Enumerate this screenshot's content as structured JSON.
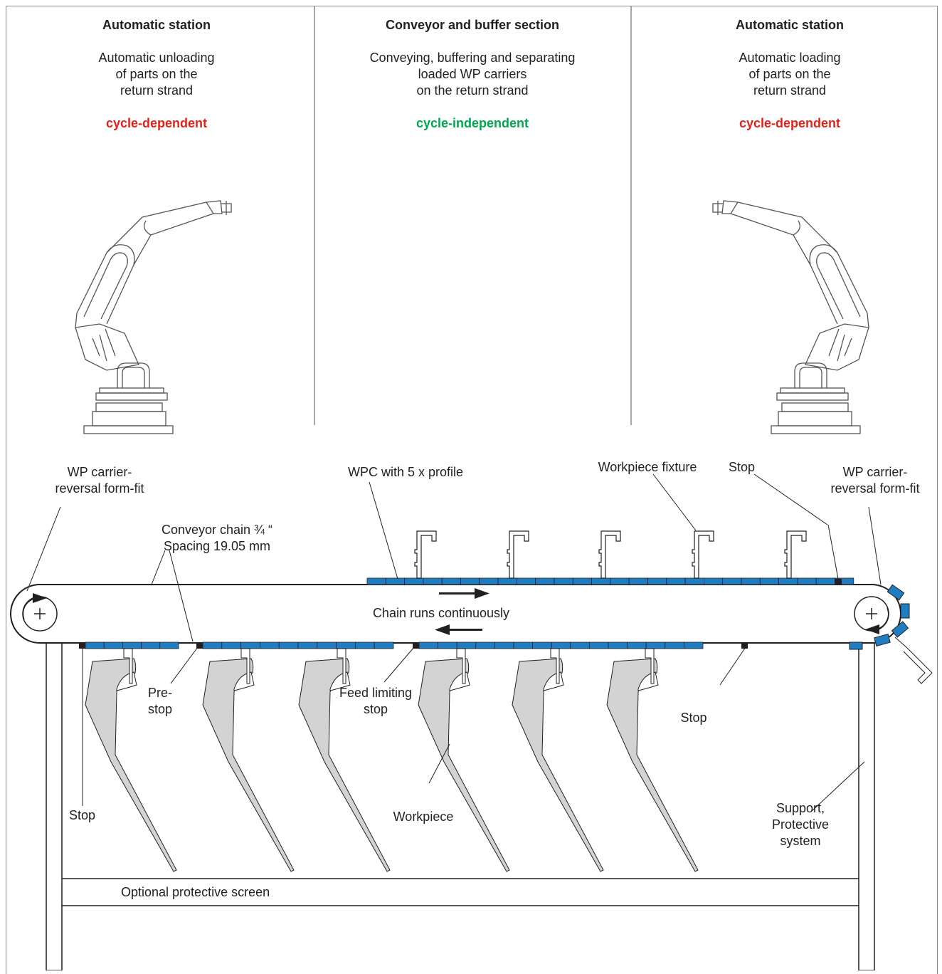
{
  "columns": [
    {
      "title": "Automatic station",
      "description": "Automatic unloading\nof parts on the\nreturn strand",
      "mode": "cycle-dependent",
      "mode_color": "#e2231a"
    },
    {
      "title": "Conveyor and buffer section",
      "description": "Conveying, buffering and separating\nloaded WP carriers\non the return strand",
      "mode": "cycle-independent",
      "mode_color": "#00a651"
    },
    {
      "title": "Automatic station",
      "description": "Automatic loading\nof parts on the\nreturn strand",
      "mode": "cycle-dependent",
      "mode_color": "#e2231a"
    }
  ],
  "labels": {
    "wp_carrier_left": "WP carrier-\nreversal form-fit",
    "wpc_profile": "WPC with 5 x profile",
    "workpiece_fixture": "Workpiece fixture",
    "stop_top": "Stop",
    "wp_carrier_right": "WP carrier-\nreversal form-fit",
    "conveyor_chain": "Conveyor chain ¾ “\nSpacing 19.05 mm",
    "chain_runs": "Chain runs continuously",
    "pre_stop": "Pre-\nstop",
    "feed_limiting_stop": "Feed limiting\nstop",
    "stop_right": "Stop",
    "stop_left": "Stop",
    "workpiece": "Workpiece",
    "support": "Support,\nProtective\nsystem",
    "protective_screen": "Optional protective screen"
  },
  "colors": {
    "carrier_blue": "#1f7ec1",
    "workpiece_gray": "#d3d3d3",
    "line": "#231f20",
    "frame": "#8a8a8a"
  },
  "icons": [
    "robot-arm-icon",
    "chain-sprocket-icon",
    "direction-arrow-icon"
  ]
}
